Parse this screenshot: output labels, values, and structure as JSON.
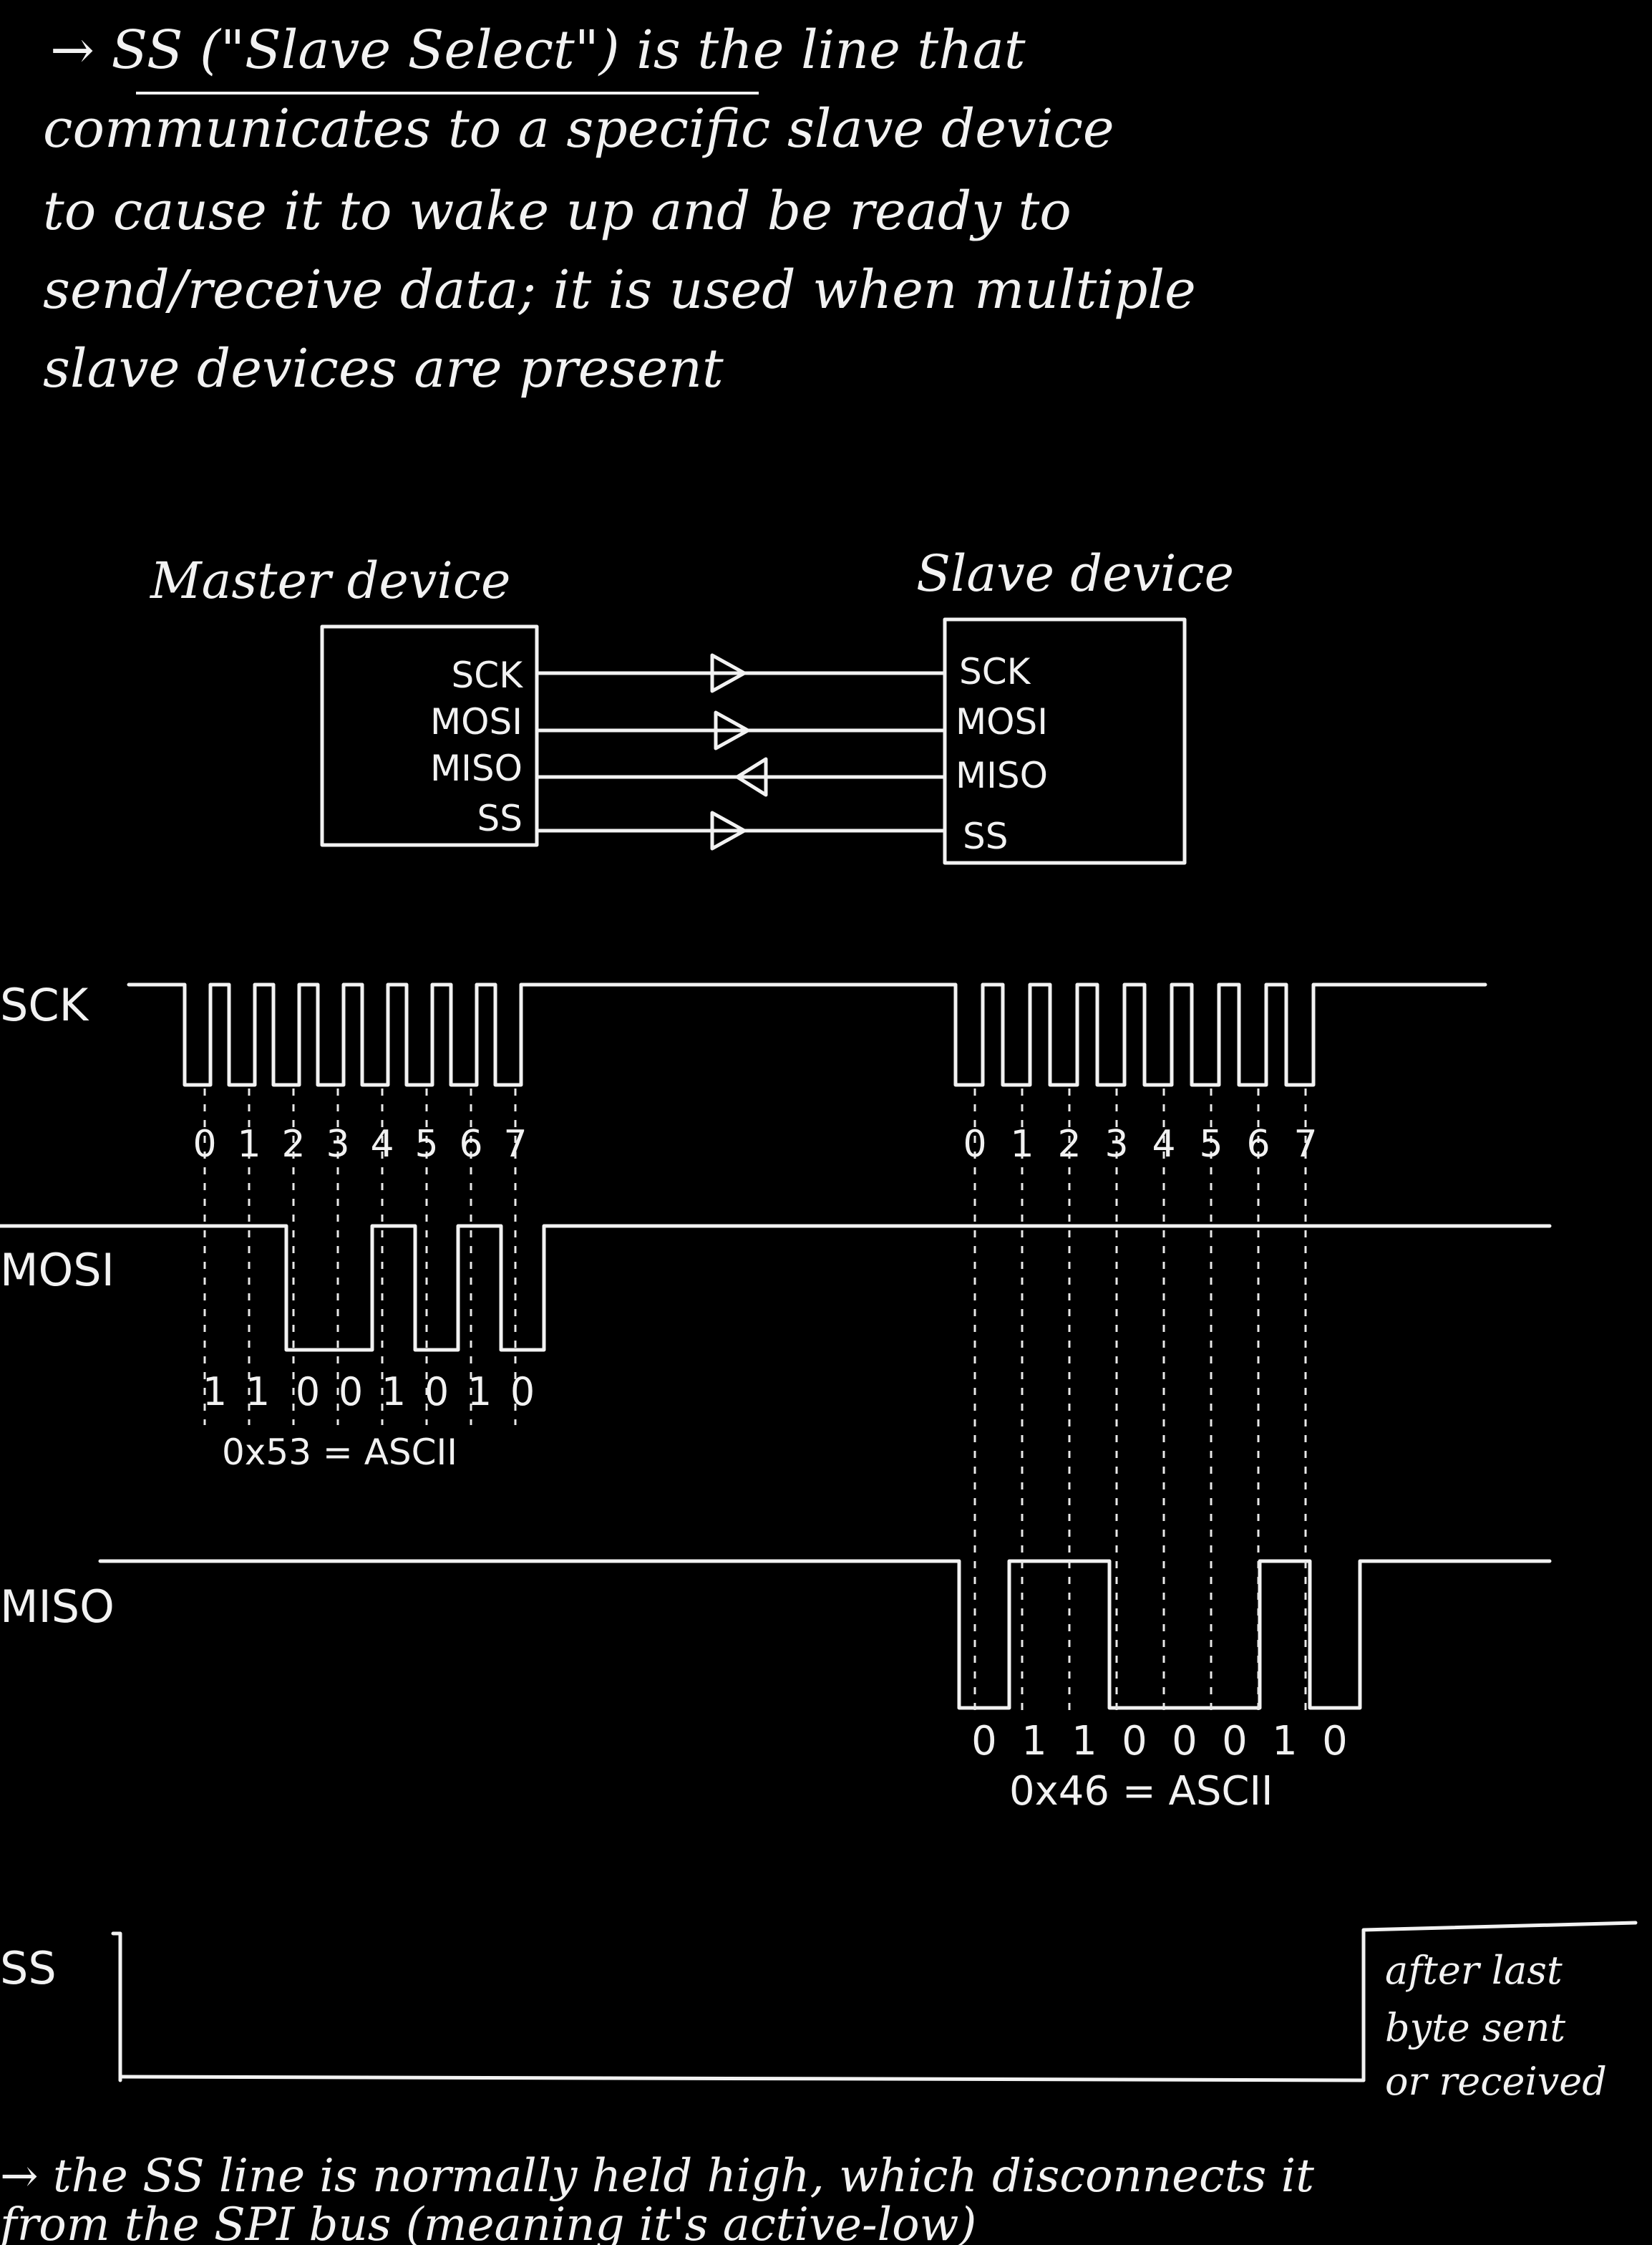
{
  "notes": {
    "top": [
      "→ SS (\"Slave Select\") is the line that",
      "communicates to a specific slave device",
      "to cause it to wake up and be ready to",
      "send/receive data; it is used when multiple",
      "slave devices are present"
    ],
    "after_last": [
      "after last",
      "byte sent",
      "or received"
    ],
    "bottom": [
      "→ the SS line is normally held high, which disconnects it",
      "from the SPI bus (meaning it's active-low)"
    ]
  },
  "master": {
    "title": "Master device",
    "pins": [
      "SCK",
      "MOSI",
      "MISO",
      "SS"
    ]
  },
  "slave": {
    "title": "Slave device",
    "pins": [
      "SCK",
      "MOSI",
      "MISO",
      "SS"
    ]
  },
  "signals": {
    "sck": "SCK",
    "mosi": "MOSI",
    "miso": "MISO",
    "ss": "SS"
  },
  "bit_index_labels": [
    "0",
    "1",
    "2",
    "3",
    "4",
    "5",
    "6",
    "7"
  ],
  "mosi_byte": {
    "bits": [
      "1",
      "1",
      "0",
      "0",
      "1",
      "0",
      "1",
      "0"
    ],
    "label": "0x53 = ASCII"
  },
  "miso_byte": {
    "bits": [
      "0",
      "1",
      "1",
      "0",
      "0",
      "0",
      "1",
      "0"
    ],
    "label": "0x46 = ASCII"
  },
  "colors": {
    "background": "#000000",
    "ink": "#f2f2f2"
  }
}
